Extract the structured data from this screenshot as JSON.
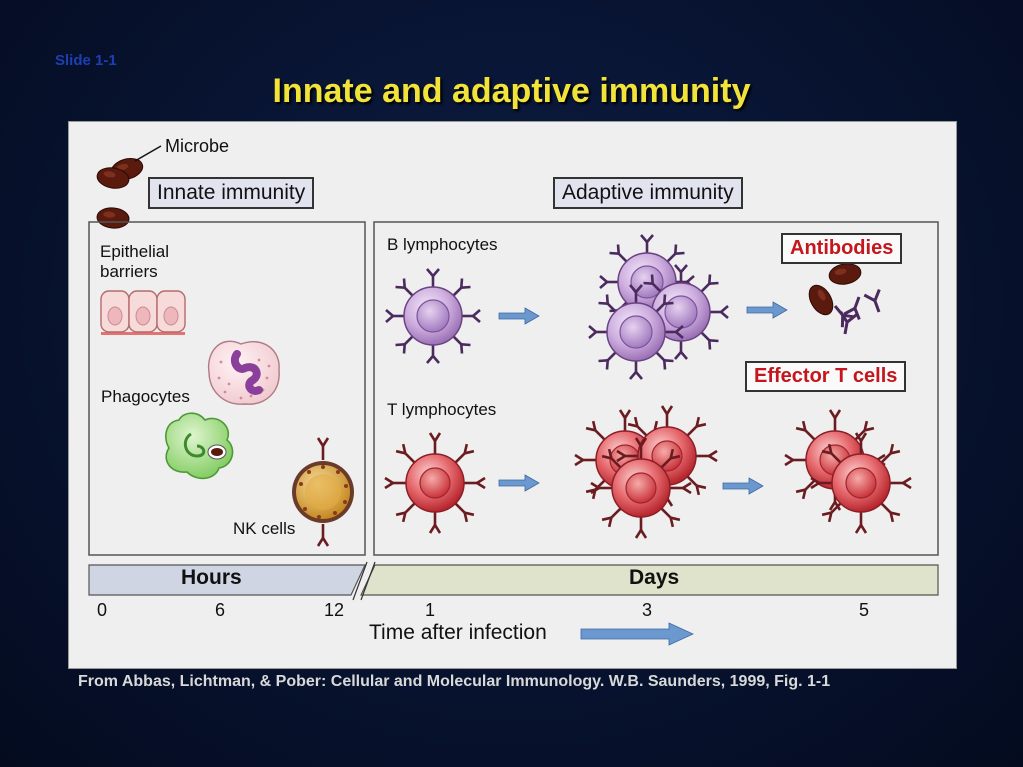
{
  "slide_label": "Slide 1-1",
  "title": "Innate and adaptive immunity",
  "labels": {
    "microbe": "Microbe",
    "innate_immunity": "Innate immunity",
    "adaptive_immunity": "Adaptive immunity",
    "epithelial_barriers_l1": "Epithelial",
    "epithelial_barriers_l2": "barriers",
    "phagocytes": "Phagocytes",
    "nk_cells": "NK cells",
    "b_lymphocytes": "B lymphocytes",
    "t_lymphocytes": "T lymphocytes",
    "antibodies": "Antibodies",
    "effector_t_cells": "Effector T cells"
  },
  "timeline": {
    "hours_label": "Hours",
    "days_label": "Days",
    "ticks": [
      "0",
      "6",
      "12",
      "1",
      "3",
      "5"
    ],
    "axis_label": "Time after infection"
  },
  "footer": "From Abbas, Lichtman, & Pober: Cellular and Molecular Immunology. W.B. Saunders, 1999, Fig. 1-1",
  "colors": {
    "title": "#f2e33a",
    "microbe": "#5a1a0e",
    "b_cell": "#b78bcf",
    "t_cell": "#d8424a",
    "phagocyte": "#8fd46e",
    "nk_cell": "#d9a23a",
    "arrow": "#6b98cf",
    "hours_bar": "#cfd5e3",
    "days_bar": "#dfe3cc",
    "label_red": "#c4161c"
  }
}
